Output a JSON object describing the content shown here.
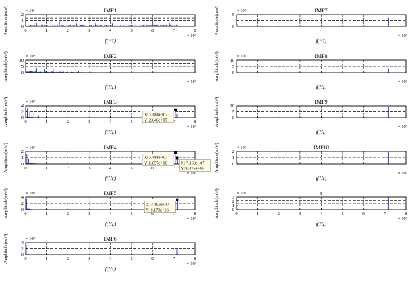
{
  "colors": {
    "signal": "#1f2fc8",
    "axis": "#000000",
    "datatip_bg": "#fffbe6",
    "datatip_border": "#8c8c6e"
  },
  "common": {
    "ylabel": "Amplitude(m/s²)",
    "xlabel": "f(Hz)",
    "x_exponent": "× 10⁷",
    "x_ticks": [
      "0",
      "1",
      "2",
      "3",
      "4",
      "5",
      "6",
      "7",
      "8"
    ]
  },
  "chart_data": [
    {
      "id": "imf1",
      "type": "line",
      "title": "IMF1",
      "y_exponent": "× 10⁴",
      "xlim": [
        0,
        8
      ],
      "ylim": [
        0,
        2
      ],
      "y_ticks": [
        "0",
        "1",
        "2"
      ],
      "dashed_lines": [
        1,
        1.4
      ],
      "x_labels": true,
      "column": 0,
      "row": 0,
      "spectrum": {
        "kind": "broad",
        "end": 7.2,
        "level": 0.22,
        "peaks": [
          [
            0.5,
            0.6
          ],
          [
            1.6,
            0.8
          ],
          [
            2.4,
            0.55
          ],
          [
            3.3,
            0.6
          ],
          [
            4.1,
            0.55
          ],
          [
            5.2,
            0.5
          ],
          [
            6.0,
            0.5
          ],
          [
            6.8,
            0.6
          ]
        ]
      },
      "datatips": []
    },
    {
      "id": "imf2",
      "type": "line",
      "title": "IMF2",
      "y_exponent": "× 10⁴",
      "xlim": [
        0,
        8
      ],
      "ylim": [
        0,
        10
      ],
      "y_ticks": [
        "0",
        "5",
        "10"
      ],
      "dashed_lines": [
        5,
        7.5
      ],
      "x_labels": false,
      "column": 0,
      "row": 1,
      "spectrum": {
        "kind": "decay",
        "end": 7.2,
        "level": 1.8,
        "peaks": [
          [
            0.5,
            3.5
          ],
          [
            0.9,
            2.8
          ],
          [
            1.3,
            3.2
          ],
          [
            1.8,
            2.0
          ],
          [
            2.5,
            1.5
          ]
        ]
      },
      "datatips": []
    },
    {
      "id": "imf3",
      "type": "line",
      "title": "IMF3",
      "y_exponent": "× 10⁵",
      "xlim": [
        0,
        8
      ],
      "ylim": [
        0,
        4
      ],
      "y_ticks": [
        "0",
        "2",
        "4"
      ],
      "dashed_lines": [
        2
      ],
      "x_labels": true,
      "column": 0,
      "row": 2,
      "spectrum": {
        "kind": "lowband",
        "end": 2.0,
        "level": 0.5,
        "peaks": [
          [
            0.08,
            3.2
          ],
          [
            0.2,
            2.0
          ],
          [
            0.35,
            1.4
          ],
          [
            0.6,
            0.8
          ],
          [
            7.088,
            2.648
          ],
          [
            7.15,
            1.2
          ]
        ]
      },
      "datatips": [
        {
          "x": 7.088,
          "y": 2.648,
          "lines": [
            "X: 7.088e+07",
            "Y: 2.648e+05"
          ],
          "side": "left"
        }
      ]
    },
    {
      "id": "imf4",
      "type": "line",
      "title": "IMF4",
      "y_exponent": "× 10⁶",
      "xlim": [
        0,
        8
      ],
      "ylim": [
        0,
        2
      ],
      "y_ticks": [
        "0",
        "1",
        "2"
      ],
      "dashed_lines": [
        1
      ],
      "x_labels": true,
      "column": 0,
      "row": 3,
      "spectrum": {
        "kind": "lowband",
        "end": 0.6,
        "level": 0.3,
        "peaks": [
          [
            0.06,
            1.6
          ],
          [
            0.15,
            0.8
          ],
          [
            7.088,
            1.857
          ],
          [
            7.163,
            0.947
          ]
        ]
      },
      "datatips": [
        {
          "x": 7.088,
          "y": 1.857,
          "lines": [
            "X: 7.088e+07",
            "Y: 1.857e+06"
          ],
          "side": "left"
        },
        {
          "x": 7.163,
          "y": 0.947,
          "lines": [
            "X: 7.163e+07",
            "Y: 9.475e+05"
          ],
          "side": "right"
        }
      ]
    },
    {
      "id": "imf5",
      "type": "line",
      "title": "IMF5",
      "y_exponent": "× 10⁶",
      "xlim": [
        0,
        8
      ],
      "ylim": [
        0,
        4
      ],
      "y_ticks": [
        "0",
        "2",
        "4"
      ],
      "dashed_lines": [
        2
      ],
      "x_labels": true,
      "column": 0,
      "row": 4,
      "spectrum": {
        "kind": "lowband",
        "end": 0.3,
        "level": 0.4,
        "peaks": [
          [
            0.05,
            3.6
          ],
          [
            7.163,
            3.179
          ]
        ]
      },
      "datatips": [
        {
          "x": 7.163,
          "y": 3.179,
          "lines": [
            "X: 7.163e+07",
            "Y: 3.179e+06"
          ],
          "side": "left"
        }
      ]
    },
    {
      "id": "imf6",
      "type": "line",
      "title": "IMF6",
      "y_exponent": "× 10⁵",
      "xlim": [
        0,
        8
      ],
      "ylim": [
        0,
        4
      ],
      "y_ticks": [
        "0",
        "2",
        "4"
      ],
      "dashed_lines": [
        2
      ],
      "x_labels": true,
      "column": 0,
      "row": 5,
      "spectrum": {
        "kind": "lowband",
        "end": 0.2,
        "level": 0.3,
        "peaks": [
          [
            0.03,
            3.3
          ],
          [
            7.15,
            1.8
          ],
          [
            7.2,
            1.1
          ]
        ]
      },
      "datatips": []
    },
    {
      "id": "imf7",
      "type": "line",
      "title": "IMF7",
      "y_exponent": "× 10⁵",
      "xlim": [
        0,
        8
      ],
      "ylim": [
        0,
        5
      ],
      "y_ticks": [
        "0",
        "5"
      ],
      "dashed_lines": [
        2.5
      ],
      "x_labels": false,
      "column": 1,
      "row": 0,
      "spectrum": {
        "kind": "lowband",
        "end": 0.1,
        "level": 0.3,
        "peaks": [
          [
            0.03,
            1.2
          ],
          [
            7.163,
            3.6
          ]
        ]
      },
      "datatips": []
    },
    {
      "id": "imf8",
      "type": "line",
      "title": "IMF8",
      "y_exponent": "× 10⁵",
      "xlim": [
        0,
        8
      ],
      "ylim": [
        0,
        10
      ],
      "y_ticks": [
        "0",
        "5",
        "10"
      ],
      "dashed_lines": [
        5
      ],
      "x_labels": false,
      "column": 1,
      "row": 1,
      "spectrum": {
        "kind": "lowband",
        "end": 0.1,
        "level": 0.3,
        "peaks": [
          [
            0.03,
            1.0
          ],
          [
            7.163,
            3.0
          ]
        ]
      },
      "datatips": []
    },
    {
      "id": "imf9",
      "type": "line",
      "title": "IMF9",
      "y_exponent": "",
      "xlim": [
        0,
        8
      ],
      "ylim": [
        0,
        10
      ],
      "y_ticks": [
        "0",
        "5",
        "10"
      ],
      "dashed_lines": [
        5
      ],
      "x_labels": false,
      "column": 1,
      "row": 2,
      "spectrum": {
        "kind": "lowband",
        "end": 0.1,
        "level": 0.3,
        "peaks": [
          [
            0.03,
            1.0
          ],
          [
            7.163,
            9.5
          ]
        ]
      },
      "datatips": []
    },
    {
      "id": "imf10",
      "type": "line",
      "title": "IMF10",
      "y_exponent": "× 10⁹",
      "xlim": [
        0,
        8
      ],
      "ylim": [
        0,
        2
      ],
      "y_ticks": [
        "0",
        "1",
        "2"
      ],
      "dashed_lines": [
        1
      ],
      "x_labels": false,
      "column": 1,
      "row": 3,
      "spectrum": {
        "kind": "lowband",
        "end": 0.1,
        "level": 0.1,
        "peaks": [
          [
            0.03,
            0.4
          ],
          [
            7.163,
            1.9
          ]
        ]
      },
      "datatips": []
    },
    {
      "id": "residual",
      "type": "line",
      "title": "r",
      "y_exponent": "× 10⁶",
      "xlim": [
        0,
        8
      ],
      "ylim": [
        0,
        3
      ],
      "y_ticks": [
        "0",
        "1",
        "2",
        "3"
      ],
      "dashed_lines": [
        1.5,
        2.2
      ],
      "x_labels": true,
      "column": 1,
      "row": 4,
      "spectrum": {
        "kind": "lowband",
        "end": 0.1,
        "level": 0.1,
        "peaks": [
          [
            0.03,
            0.5
          ],
          [
            7.163,
            2.9
          ]
        ]
      },
      "datatips": []
    }
  ]
}
